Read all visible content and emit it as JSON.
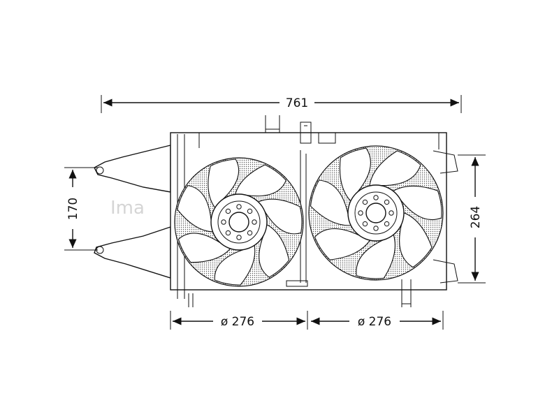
{
  "dimensions": {
    "overall_width": "761",
    "bracket_height": "170",
    "overall_height": "264",
    "fan_left_diameter": "ø 276",
    "fan_right_diameter": "ø 276"
  },
  "watermark": "Ima",
  "colors": {
    "line": "#111111",
    "background": "#ffffff",
    "hatch": "#555555"
  }
}
